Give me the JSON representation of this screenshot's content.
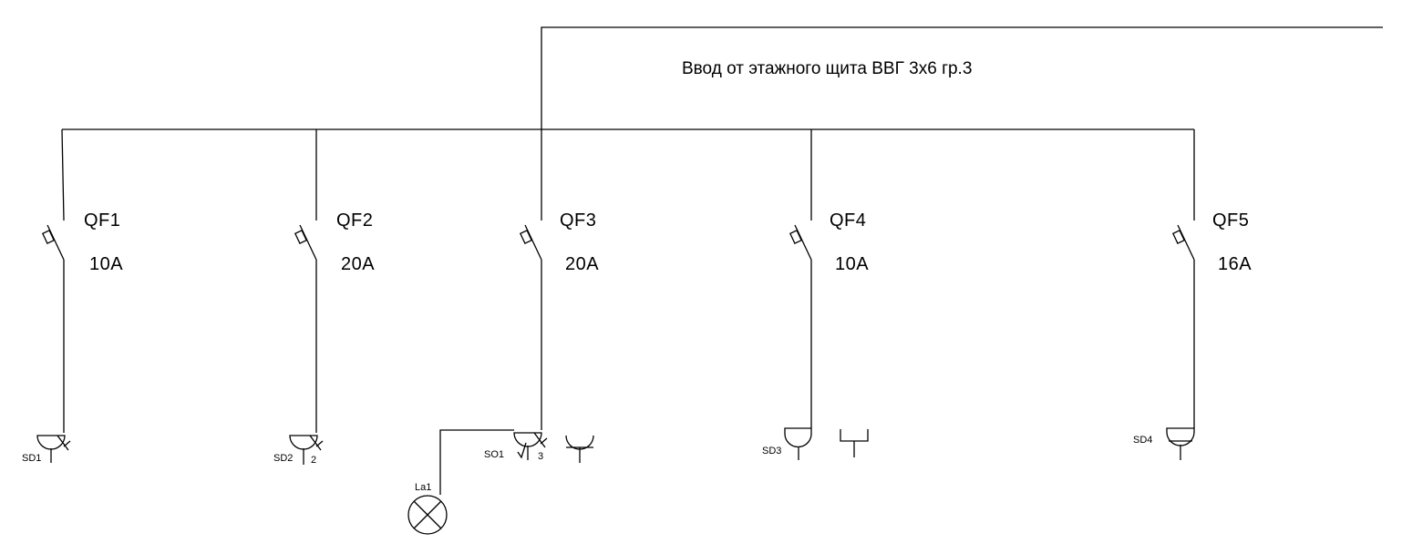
{
  "title": "Ввод от этажного щита ВВГ 3х6 гр.3",
  "colors": {
    "stroke": "#000000",
    "background": "#ffffff"
  },
  "breakers": [
    {
      "name": "QF1",
      "rating": "10A"
    },
    {
      "name": "QF2",
      "rating": "20A"
    },
    {
      "name": "QF3",
      "rating": "20A"
    },
    {
      "name": "QF4",
      "rating": "10A"
    },
    {
      "name": "QF5",
      "rating": "16A"
    }
  ],
  "outlets": [
    {
      "label": "SD1",
      "extra": ""
    },
    {
      "label": "SD2",
      "extra": "2"
    },
    {
      "label": "SO1",
      "extra": "3"
    },
    {
      "label": "SD3",
      "extra": ""
    },
    {
      "label": "SD4",
      "extra": ""
    }
  ],
  "lamp": {
    "label": "La1"
  }
}
